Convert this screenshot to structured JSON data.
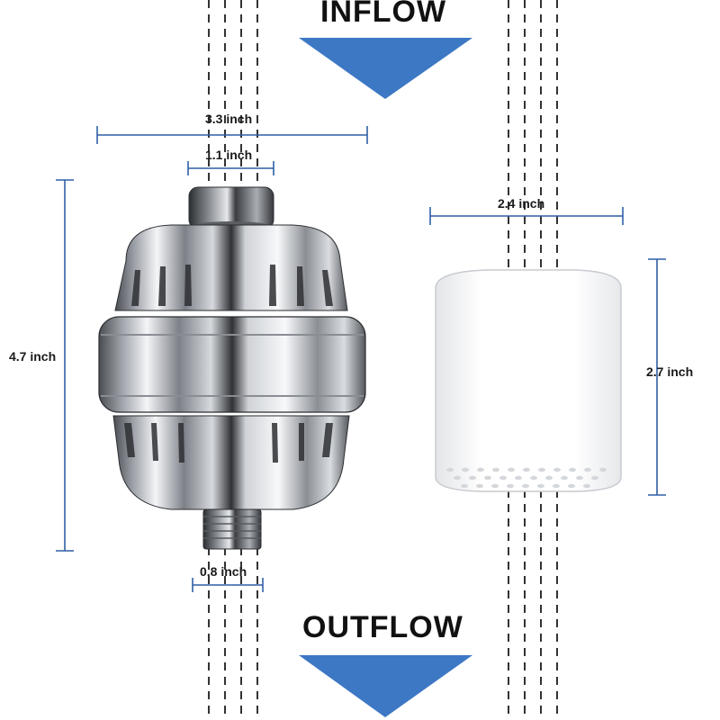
{
  "labels": {
    "inflow": "INFLOW",
    "outflow": "OUTFLOW"
  },
  "dimensions": {
    "filter_width": "3.3 inch",
    "inlet_width": "1.1 inch",
    "filter_height": "4.7 inch",
    "outlet_width": "0.8 inch",
    "cartridge_width": "2.4 inch",
    "cartridge_height": "2.7 inch"
  },
  "colors": {
    "arrow": "#3d78c5",
    "dimension_line": "#2f5fa6",
    "chrome_dark": "#3a3c40",
    "chrome_light": "#f2f3f5",
    "cartridge": "#ffffff"
  },
  "icons": {
    "inflow_arrow": "arrow-down-icon",
    "outflow_arrow": "arrow-down-icon"
  }
}
